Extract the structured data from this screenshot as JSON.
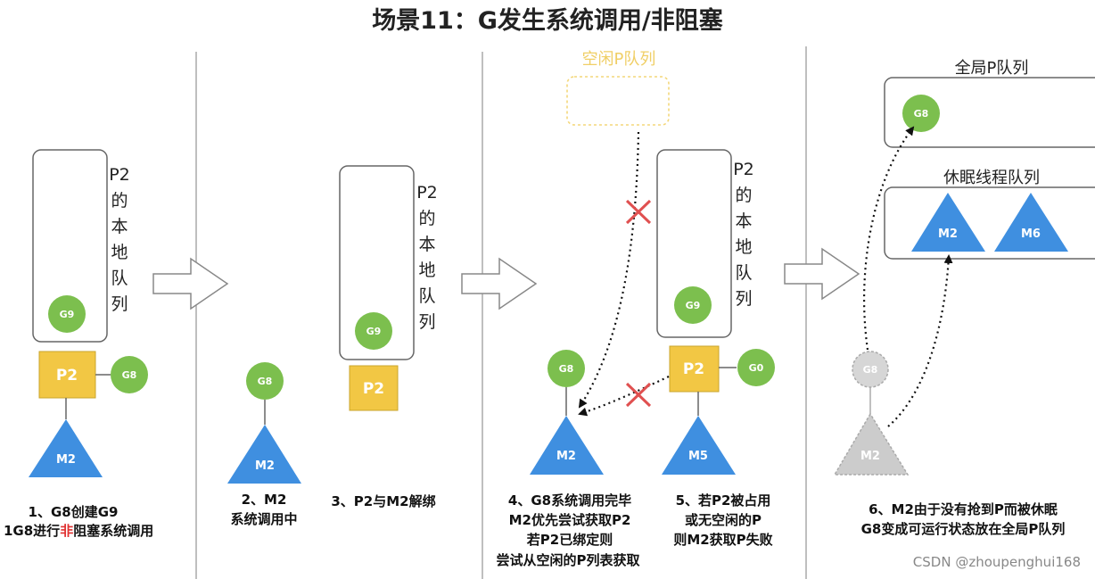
{
  "title": "场景11：G发生系统调用/非阻塞",
  "colors": {
    "g_green": "#7cbf4e",
    "p_yellow": "#f2c744",
    "m_blue": "#3f8fe0",
    "ghost_gray": "#cccccc",
    "cross_red": "#e05050",
    "idle_dash": "#f4d77a",
    "highlight_red": "#e03030"
  },
  "panels": {
    "p1": {
      "queue_label": [
        "P2",
        "的",
        "本",
        "地",
        "队",
        "列"
      ],
      "queue_item": "G9",
      "p": "P2",
      "g_bound": "G8",
      "m": "M2",
      "caption_line1": "1、G8创建G9",
      "caption_line2_pre": "1G8进行",
      "caption_line2_hl": "非",
      "caption_line2_post": "阻塞系统调用"
    },
    "p2": {
      "g": "G8",
      "m": "M2",
      "caption_line1": "2、M2",
      "caption_line2": "系统调用中",
      "queue_label": [
        "P2",
        "的",
        "本",
        "地",
        "队",
        "列"
      ],
      "queue_item": "G9",
      "p": "P2",
      "caption3": "3、P2与M2解绑"
    },
    "p3": {
      "idle_label": "空闲P队列",
      "g": "G8",
      "m": "M2",
      "caption4": [
        "4、G8系统调用完毕",
        "M2优先尝试获取P2",
        "若P2已绑定则",
        "尝试从空闲的P列表获取"
      ],
      "queue_label": [
        "P2",
        "的",
        "本",
        "地",
        "队",
        "列"
      ],
      "queue_item": "G9",
      "p": "P2",
      "g_bound": "G0",
      "m_bound": "M5",
      "caption5": [
        "5、若P2被占用",
        "或无空闲的P",
        "则M2获取P失败"
      ]
    },
    "p4": {
      "global_label": "全局P队列",
      "global_item": "G8",
      "sleep_label": "休眠线程队列",
      "sleep_items": [
        "M2",
        "M6"
      ],
      "ghost_g": "G8",
      "ghost_m": "M2",
      "caption6": [
        "6、M2由于没有抢到P而被休眠",
        "G8变成可运行状态放在全局P队列"
      ]
    }
  },
  "watermark": "CSDN @zhoupenghui168"
}
